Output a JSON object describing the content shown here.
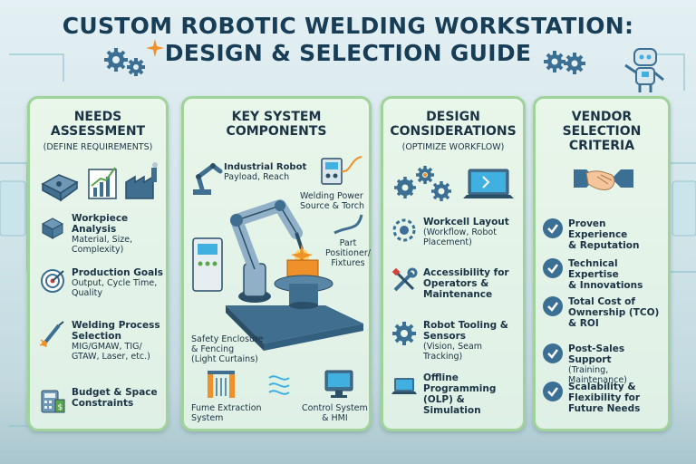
{
  "title": {
    "line1": "CUSTOM ROBOTIC WELDING WORKSTATION:",
    "line2": "DESIGN & SELECTION GUIDE"
  },
  "needs": {
    "heading1": "NEEDS",
    "heading2": "ASSESSMENT",
    "subtitle": "(DEFINE REQUIREMENTS)",
    "items": [
      {
        "title": "Workpiece Analysis",
        "detail1": "Material, Size,",
        "detail2": "Complexity)"
      },
      {
        "title": "Production Goals",
        "detail1": "Output, Cycle Time,",
        "detail2": "Quality"
      },
      {
        "title1": "Welding Process",
        "title2": "Selection",
        "detail1": "MIG/GMAW, TIG/",
        "detail2": "GTAW, Laser, etc.)"
      },
      {
        "title1": "Budget & Space",
        "title2": "Constraints"
      }
    ]
  },
  "components": {
    "heading1": "KEY SYSTEM",
    "heading2": "COMPONENTS",
    "robot": {
      "title": "Industrial Robot",
      "detail": "Payload, Reach"
    },
    "power": {
      "line1": "Welding Power",
      "line2": "Source & Torch"
    },
    "positioner": {
      "line1": "Part",
      "line2": "Positioner/",
      "line3": "Fixtures"
    },
    "safety": {
      "line1": "Safety Enclosure",
      "line2": "& Fencing",
      "line3": "(Light Curtains)"
    },
    "fume": {
      "line1": "Fume Extraction",
      "line2": "System"
    },
    "control": {
      "line1": "Control System",
      "line2": "& HMI"
    }
  },
  "design": {
    "heading1": "DESIGN",
    "heading2": "CONSIDERATIONS",
    "subtitle": "(OPTIMIZE WORKFLOW)",
    "items": [
      {
        "title": "Workcell Layout",
        "detail1": "(Workflow, Robot",
        "detail2": "Placement)"
      },
      {
        "title1": "Accessibility for",
        "title2": "Operators &",
        "title3": "Maintenance"
      },
      {
        "title1": "Robot Tooling &",
        "title2": "Sensors",
        "detail1": "(Vision, Seam Tracking)"
      },
      {
        "title1": "Offline",
        "title2": "Programming",
        "title3": "(OLP) & Simulation"
      }
    ]
  },
  "vendor": {
    "heading1": "VENDOR",
    "heading2": "SELECTION",
    "heading3": "CRITERIA",
    "items": [
      {
        "title1": "Proven Experience",
        "title2": "& Reputation"
      },
      {
        "title1": "Technical Expertise",
        "title2": "& Innovations"
      },
      {
        "title1": "Total Cost of",
        "title2": "Ownership (TCO)",
        "title3": "& ROI"
      },
      {
        "title1": "Post-Sales Support",
        "detail1": "(Training, Maintenance)"
      },
      {
        "title1": "Scalability &",
        "title2": "Flexibility for",
        "title3": "Future Needs"
      }
    ]
  },
  "colors": {
    "panel_border": "#9fd39a",
    "title": "#173d57",
    "accent": "#3b6f94",
    "orange": "#f0902a"
  }
}
